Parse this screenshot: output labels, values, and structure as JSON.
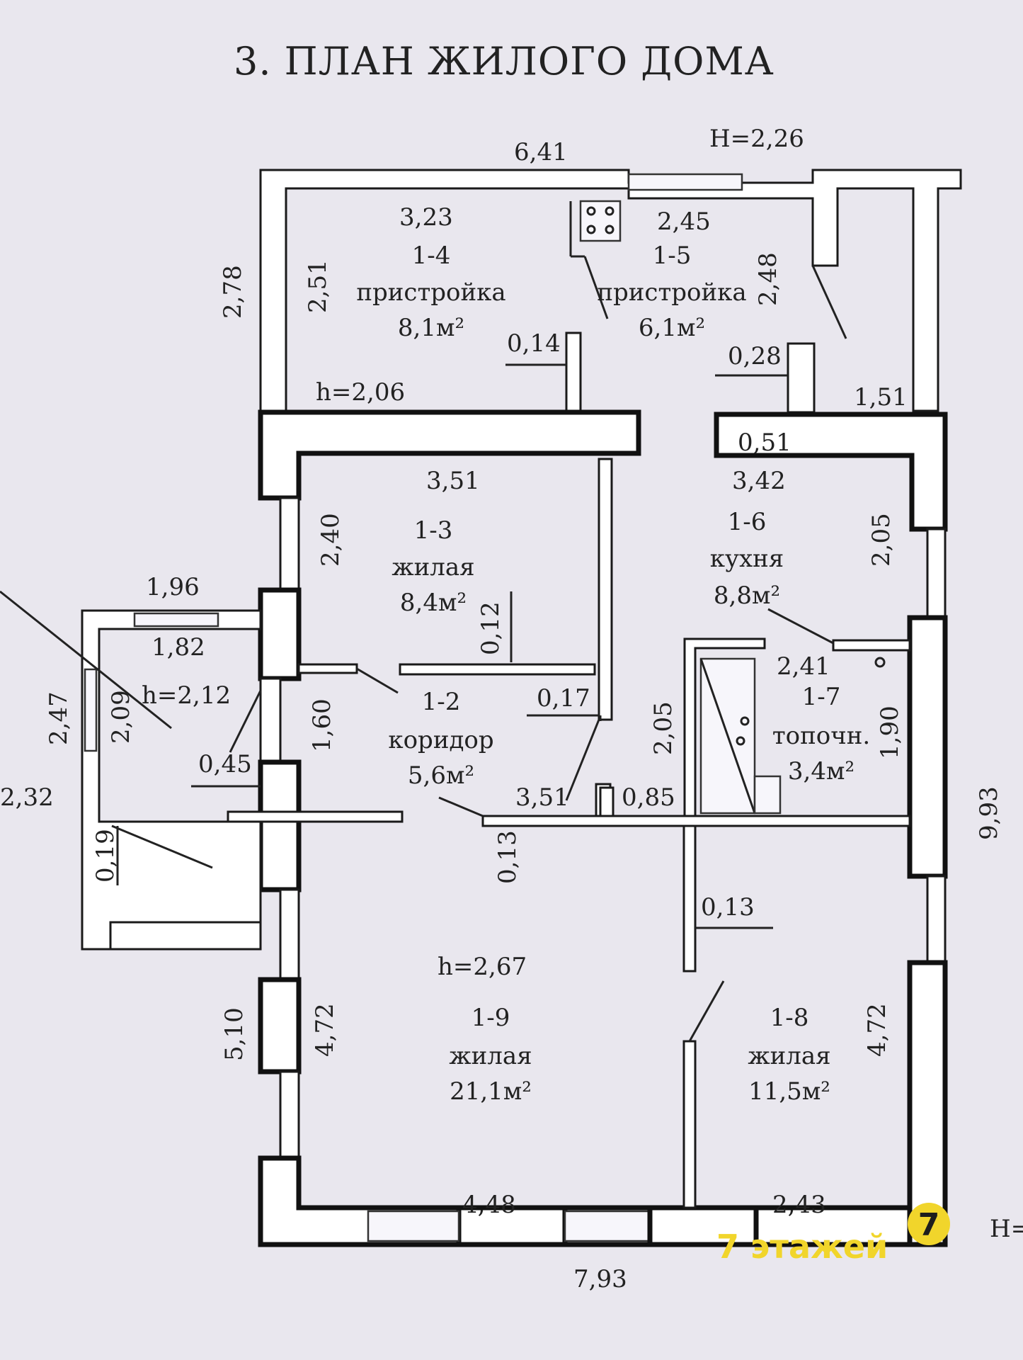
{
  "title": "3. ПЛАН ЖИЛОГО ДОМА",
  "heights": {
    "total": "H=2,26",
    "annex": "h=2,06",
    "porch": "h=2,12",
    "main": "h=2,67",
    "cut_right": "H="
  },
  "rooms": [
    {
      "id": "1-2",
      "type": "коридор",
      "area": "5,6м²"
    },
    {
      "id": "1-3",
      "type": "жилая",
      "area": "8,4м²"
    },
    {
      "id": "1-4",
      "type": "пристройка",
      "area": "8,1м²"
    },
    {
      "id": "1-5",
      "type": "пристройка",
      "area": "6,1м²"
    },
    {
      "id": "1-6",
      "type": "кухня",
      "area": "8,8м²"
    },
    {
      "id": "1-7",
      "type": "топочн.",
      "area": "3,4м²"
    },
    {
      "id": "1-8",
      "type": "жилая",
      "area": "11,5м²"
    },
    {
      "id": "1-9",
      "type": "жилая",
      "area": "21,1м²"
    }
  ],
  "dimensions": [
    "6,41",
    "3,23",
    "2,45",
    "2,78",
    "2,51",
    "2,48",
    "0,14",
    "0,28",
    "1,51",
    "0,51",
    "3,51",
    "3,42",
    "2,40",
    "2,05",
    "1,96",
    "1,82",
    "0,12",
    "2,41",
    "2,47",
    "2,09",
    "0,17",
    "1,60",
    "2,05",
    "1,90",
    "0,45",
    "3,51",
    "0,85",
    "2,32",
    "0,19",
    "0,13",
    "9,93",
    "0,13",
    "5,10",
    "4,72",
    "4,72",
    "4,48",
    "2,43",
    "7,93"
  ],
  "watermark": {
    "brand": "7 этажей",
    "logo_digit": "7",
    "color": "#f1d52b"
  }
}
